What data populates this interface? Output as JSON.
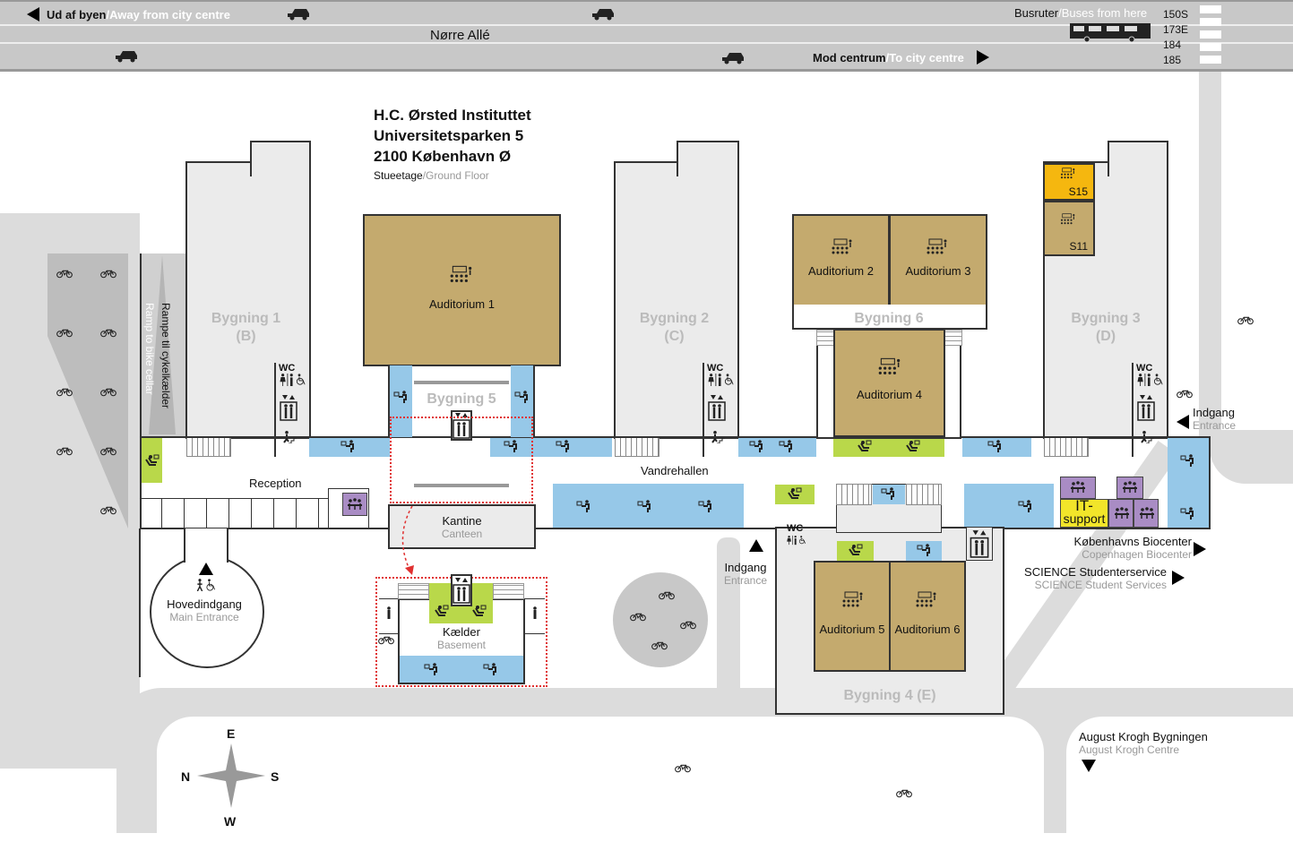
{
  "road": {
    "street_name": "Nørre Allé",
    "away_da": "Ud af byen",
    "away_en": "/Away from city centre",
    "to_da": "Mod centrum",
    "to_en": "/To city centre",
    "bus_da": "Busruter",
    "bus_en": "/Buses from here",
    "bus_routes": [
      "150S",
      "173E",
      "184",
      "185"
    ]
  },
  "title": {
    "line1": "H.C. Ørsted Instituttet",
    "line2": "Universitetsparken 5",
    "line3": "2100 København Ø",
    "floor_da": "Stueetage",
    "floor_en": "/Ground Floor"
  },
  "buildings": {
    "b1": "Bygning 1",
    "b1_code": "(B)",
    "b2": "Bygning 2",
    "b2_code": "(C)",
    "b3": "Bygning 3",
    "b3_code": "(D)",
    "b4": "Bygning 4 (E)",
    "b5": "Bygning 5",
    "b6": "Bygning 6"
  },
  "rooms": {
    "aud1": "Auditorium 1",
    "aud2": "Auditorium 2",
    "aud3": "Auditorium 3",
    "aud4": "Auditorium 4",
    "aud5": "Auditorium 5",
    "aud6": "Auditorium 6",
    "s15": "S15",
    "s11": "S11",
    "it1": "IT-",
    "it2": "support",
    "wc": "WC"
  },
  "places": {
    "ramp_da": "Rampe til cykelkælder",
    "ramp_en": "Ramp to bike cellar",
    "reception": "Reception",
    "vandrehallen": "Vandrehallen",
    "kantine_da": "Kantine",
    "kantine_en": "Canteen",
    "kaelder_da": "Kælder",
    "kaelder_en": "Basement",
    "main_da": "Hovedindgang",
    "main_en": "Main Entrance",
    "entrance_da": "Indgang",
    "entrance_en": "Entrance",
    "bio_da": "Københavns Biocenter",
    "bio_en": "Copenhagen Biocenter",
    "sci_da": "SCIENCE Studenterservice",
    "sci_en": "SCIENCE Student Services",
    "ak_da": "August Krogh Bygningen",
    "ak_en": "August Krogh Centre"
  },
  "compass": {
    "n": "N",
    "s": "S",
    "e": "E",
    "w": "W"
  },
  "colors": {
    "auditorium": "#c4aa6e",
    "study": "#96c8e8",
    "lounge": "#b9d84a",
    "meeting": "#a98cc4",
    "it": "#f2e52a",
    "room": "#f5b70f"
  }
}
